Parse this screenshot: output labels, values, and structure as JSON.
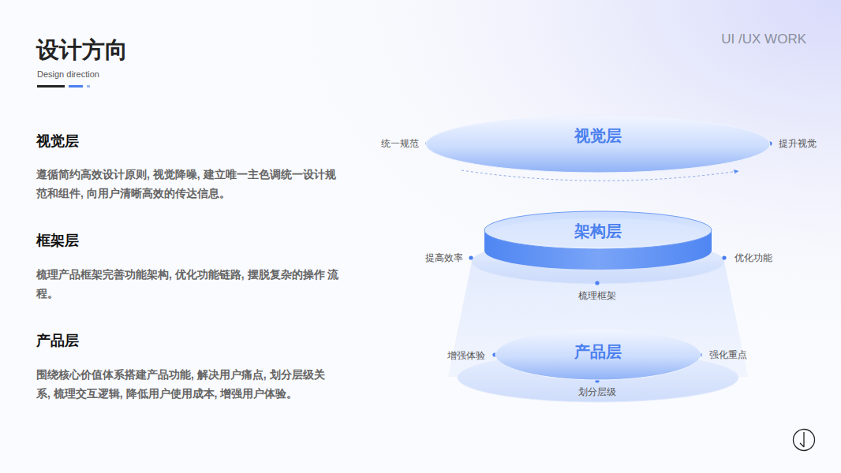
{
  "diagram": {
    "title": "设计方向",
    "nodes": [
      {
        "text": [
          "视觉层"
        ]
      },
      {
        "text": [
          "架构层"
        ]
      },
      {
        "text": [
          "产品层"
        ]
      }
    ],
    "labels": [
      "Design direction",
      "UI /UX WORK",
      "视觉层",
      "遵循简约高效设计原则, 视觉降噪, 建立唯一主色调统一设计规 范和组件, 向用户清晰高效的传达信息。",
      "框架层",
      "梳理产品框架完善功能架构, 优化功能链路, 摆脱复杂的操作 流程。",
      "产品层",
      "围绕核心价值体系搭建产品功能, 解决用户痛点, 划分层级关 系, 梳理交互逻辑, 降低用户使用成本, 增强用户体验。",
      "统一规范",
      "提升视觉",
      "提高效率",
      "优化功能",
      "梳理框架",
      "增强体验",
      "强化重点",
      "划分层级"
    ]
  }
}
